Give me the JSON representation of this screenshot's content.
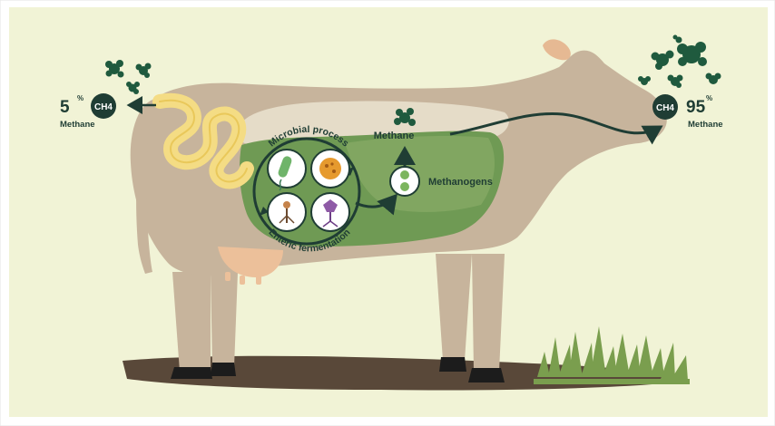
{
  "labels": {
    "left_percent": "5",
    "left_percent_sign": "%",
    "left_formula": "CH4",
    "left_name": "Methane",
    "right_percent": "95",
    "right_percent_sign": "%",
    "right_formula": "CH4",
    "right_name": "Methane",
    "microbial_process": "Microbial process",
    "methane_mid": "Methane",
    "methanogens": "Methanogens",
    "enteric_fermentation": "Enteric fermentation"
  },
  "colors": {
    "background": "#f1f3d6",
    "cow_body": "#c7b49c",
    "rumen_green": "#6f9a54",
    "intestine_yellow": "#f4dc84",
    "dark_teal": "#1f3d34",
    "udder": "#ecc09a",
    "ground": "#594839",
    "grass": "#7a9e4e"
  }
}
